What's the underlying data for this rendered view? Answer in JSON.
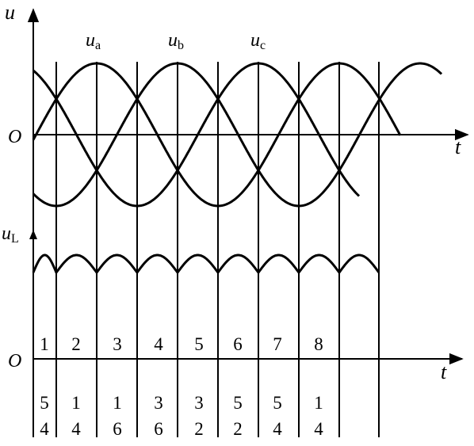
{
  "top_plot": {
    "y_axis_label": "u",
    "origin_label": "O",
    "x_axis_label": "t",
    "curves": [
      {
        "label_main": "u",
        "label_sub": "a"
      },
      {
        "label_main": "u",
        "label_sub": "b"
      },
      {
        "label_main": "u",
        "label_sub": "c"
      }
    ]
  },
  "bottom_plot": {
    "y_axis_label_main": "u",
    "y_axis_label_sub": "L",
    "origin_label": "O",
    "x_axis_label": "t"
  },
  "intervals": [
    "1",
    "2",
    "3",
    "4",
    "5",
    "6",
    "7",
    "8"
  ],
  "conducting_pairs": [
    {
      "top": "5",
      "bottom": "4"
    },
    {
      "top": "1",
      "bottom": "4"
    },
    {
      "top": "1",
      "bottom": "6"
    },
    {
      "top": "3",
      "bottom": "6"
    },
    {
      "top": "3",
      "bottom": "2"
    },
    {
      "top": "5",
      "bottom": "2"
    },
    {
      "top": "5",
      "bottom": "4"
    },
    {
      "top": "1",
      "bottom": "4"
    }
  ]
}
